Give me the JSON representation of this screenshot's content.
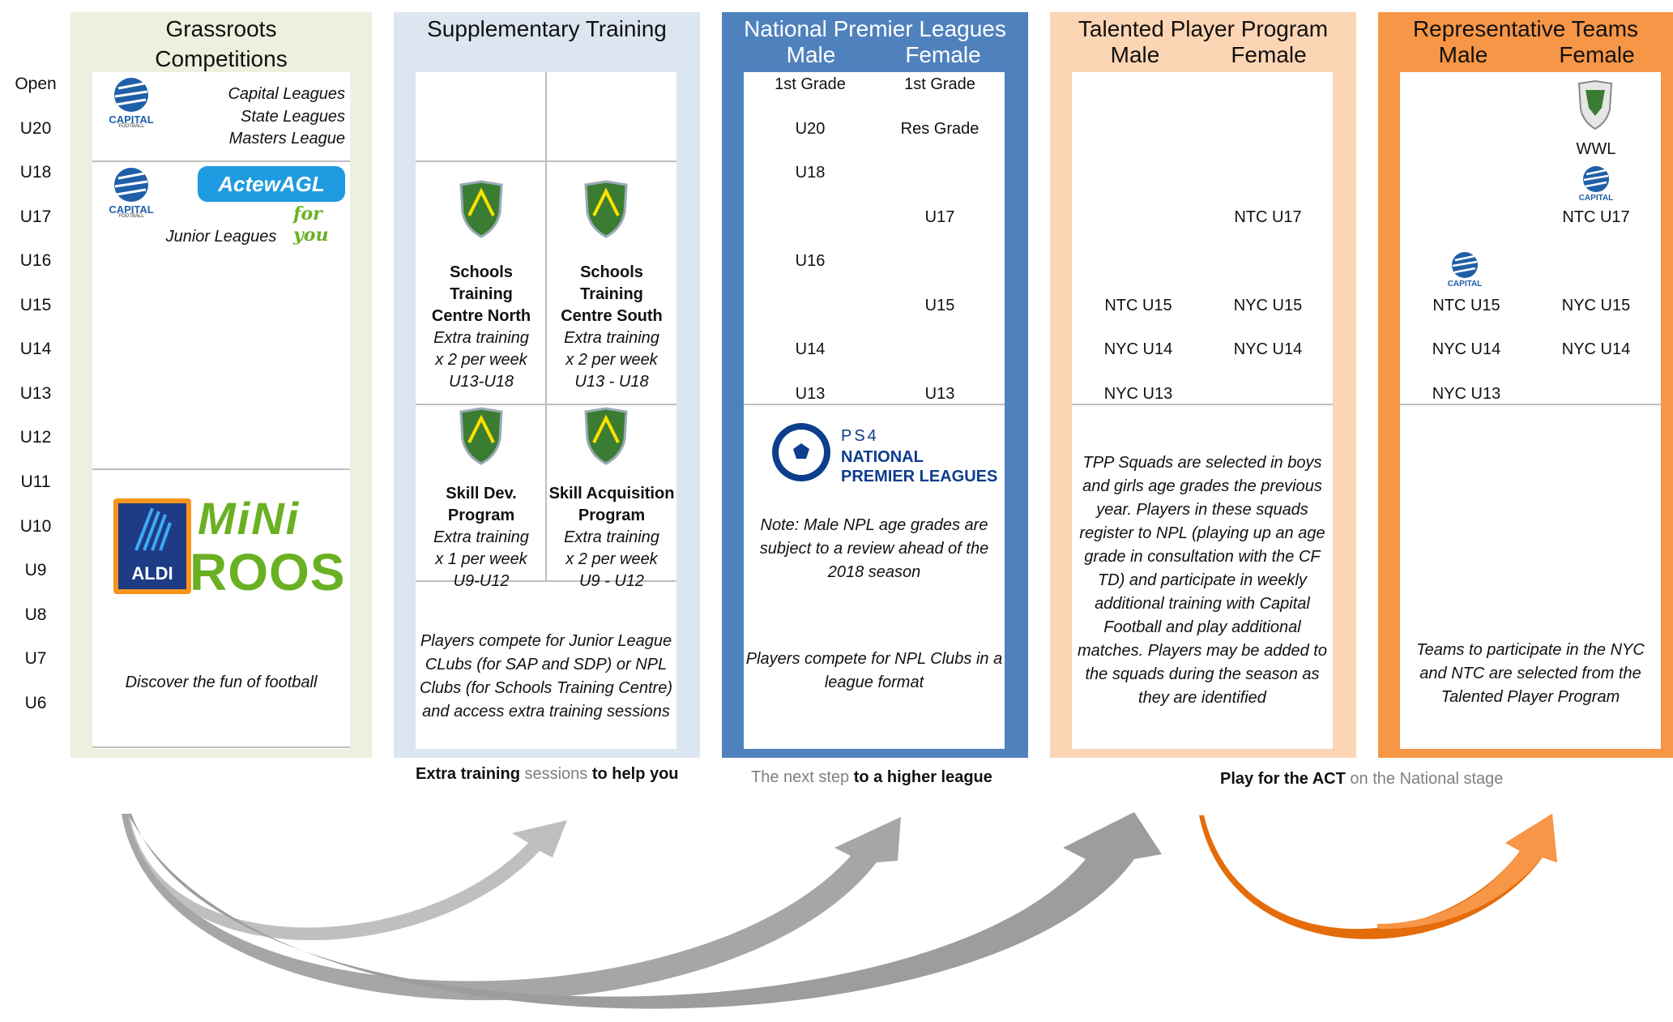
{
  "colors": {
    "grassroots_bg": "#ebf1de",
    "supplementary_bg": "#dce6f1",
    "npl_bg": "#4f81bd",
    "tpp_bg": "#fcd5b4",
    "rep_bg": "#f79646",
    "arrow_grey": "#a6a6a6",
    "arrow_orange": "#e46c0a"
  },
  "age_labels": [
    "Open",
    "U20",
    "U18",
    "U17",
    "U16",
    "U15",
    "U14",
    "U13",
    "U12",
    "U11",
    "U10",
    "U9",
    "U8",
    "U7",
    "U6"
  ],
  "grassroots": {
    "title_line1": "Grassroots",
    "title_line2": "Competitions",
    "senior_leagues": [
      "Capital Leagues",
      "State Leagues",
      "Masters League"
    ],
    "capital_logo_text": "CAPITAL",
    "capital_logo_sub": "FOOTBALL",
    "sponsor_logo_text": "ActewAGL",
    "sponsor_tagline": "for you",
    "junior_label": "Junior Leagues",
    "aldi_text": "ALDI",
    "miniroos_line1": "MiNi",
    "miniroos_line2": "ROOS",
    "miniroos_caption": "Discover the fun of football"
  },
  "supplementary": {
    "title": "Supplementary Training",
    "programs": [
      {
        "name_lines": [
          "Schools",
          "Training",
          "Centre North"
        ],
        "detail_lines": [
          "Extra training",
          "x 2 per week",
          "U13-U18"
        ]
      },
      {
        "name_lines": [
          "Schools",
          "Training",
          "Centre South"
        ],
        "detail_lines": [
          "Extra training",
          "x 2 per week",
          "U13 - U18"
        ]
      },
      {
        "name_lines": [
          "Skill Dev.",
          "Program"
        ],
        "detail_lines": [
          "Extra training",
          "x 1 per week",
          "U9-U12"
        ]
      },
      {
        "name_lines": [
          "Skill Acquisition",
          "Program"
        ],
        "detail_lines": [
          "Extra training",
          "x 2 per week",
          "U9 - U12"
        ]
      }
    ],
    "note_lines": [
      "Players compete for Junior League",
      "CLubs (for SAP and SDP) or NPL",
      "Clubs (for Schools Training Centre)",
      "and access extra training sessions"
    ],
    "footer": {
      "part1": "Extra training",
      "part2": " sessions ",
      "part3": "to help you"
    }
  },
  "npl": {
    "title": "National Premier Leagues",
    "male_label": "Male",
    "female_label": "Female",
    "male_grades": [
      "1st Grade",
      "U20",
      "U18",
      "U16",
      "U14",
      "U13"
    ],
    "female_grades": [
      "1st Grade",
      "Res Grade",
      "U17",
      "U15",
      "U13"
    ],
    "logo_ps4": "PS4",
    "logo_line1": "NATIONAL",
    "logo_line2": "PREMIER LEAGUES",
    "note_lines": [
      "Note: Male NPL age grades are",
      "subject to a review ahead of the",
      "2018 season"
    ],
    "compete_lines": [
      "Players compete for NPL Clubs in a",
      "league format"
    ],
    "footer": {
      "part1": "The next step ",
      "part2": "to a higher league"
    }
  },
  "tpp": {
    "title": "Talented Player Program",
    "male_label": "Male",
    "female_label": "Female",
    "male_entries": [
      "NTC U15",
      "NYC U14",
      "NYC U13"
    ],
    "female_entries": [
      "NTC U17",
      "NYC U15",
      "NYC U14"
    ],
    "note_lines": [
      "TPP Squads are selected in boys",
      "and girls age grades the previous",
      "year. Players in these squads",
      "register to NPL (playing up an age",
      "grade in consultation with the CF",
      "TD) and participate in weekly",
      "additional training with Capital",
      "Football and play additional",
      "matches. Players may be added to",
      "the squads during the season as",
      "they are identified"
    ]
  },
  "rep": {
    "title": "Representative Teams",
    "male_label": "Male",
    "female_label": "Female",
    "wwl_label": "WWL",
    "male_entries": [
      "NTC U15",
      "NYC U14",
      "NYC U13"
    ],
    "female_entries": [
      "NTC U17",
      "NYC U15",
      "NYC U14"
    ],
    "note_lines": [
      "Teams to participate in the NYC",
      "and NTC are selected from the",
      "Talented Player Program"
    ]
  },
  "rep_footer": {
    "part1": "Play for  the ACT",
    "part2": " on the National stage"
  }
}
